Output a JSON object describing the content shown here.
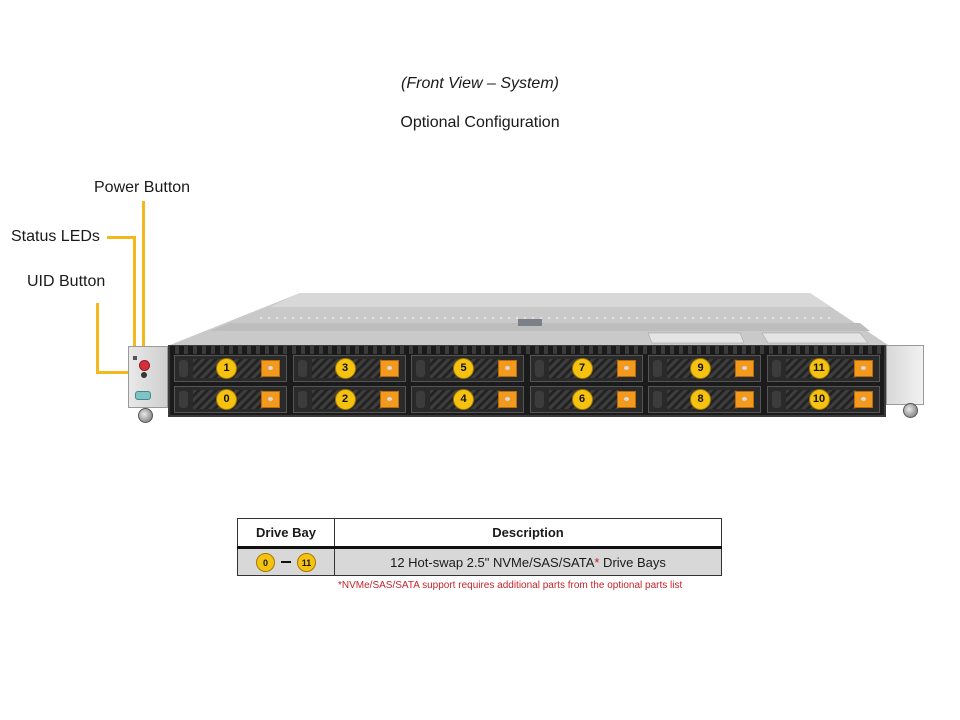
{
  "header": {
    "view_title": "(Front View – System)",
    "configuration": "Optional Configuration"
  },
  "callouts": {
    "power_button": "Power Button",
    "status_leds": "Status LEDs",
    "uid_button": "UID Button"
  },
  "colors": {
    "leader_line": "#f2b81c",
    "bay_badge": "#f6c211",
    "drive_latch": "#f39a1e",
    "footnote_red": "#c4242c",
    "power_led": "#d72f3a"
  },
  "drive_bays": {
    "top_row": [
      "1",
      "3",
      "5",
      "7",
      "9",
      "11"
    ],
    "bottom_row": [
      "0",
      "2",
      "4",
      "6",
      "8",
      "10"
    ]
  },
  "table": {
    "headers": [
      "Drive Bay",
      "Description"
    ],
    "rows": [
      {
        "bay_start": "0",
        "bay_end": "11",
        "description_main": "12 Hot-swap 2.5\" NVMe/SAS/SATA",
        "description_asterisk": "*",
        "description_tail": " Drive Bays"
      }
    ]
  },
  "footnote": "*NVMe/SAS/SATA support requires additional parts from the optional parts list"
}
